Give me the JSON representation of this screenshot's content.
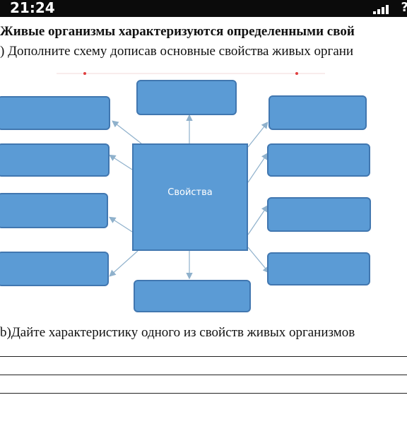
{
  "status_bar": {
    "time": "21:24",
    "signal_icon": "signal-bars-icon",
    "extra_text": "?"
  },
  "task": {
    "heading": "Живые организмы характеризуются определенными свой",
    "part_a": ") Дополните схему дописав основные свойства живых органи",
    "part_b": "b)Дайте характеристику одного из свойств живых организмов"
  },
  "diagram": {
    "center_label": "Свойства",
    "box_fill": "#5b9bd5",
    "box_border": "#4177b0",
    "arrow_color": "#8fb1cc"
  }
}
